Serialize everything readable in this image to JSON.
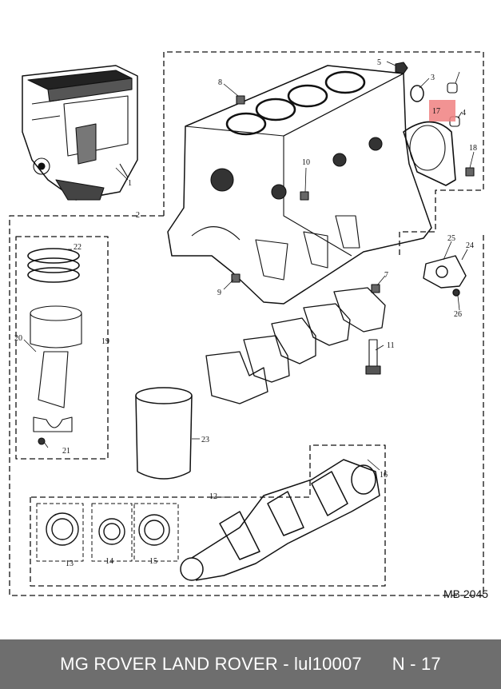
{
  "diagram_code": "MB 2045",
  "callouts": [
    "1",
    "2",
    "3",
    "4",
    "5",
    "7",
    "7",
    "8",
    "9",
    "10",
    "11",
    "12",
    "13",
    "14",
    "15",
    "16",
    "17",
    "18",
    "19",
    "20",
    "21",
    "22",
    "23",
    "24",
    "25",
    "26"
  ],
  "highlight_color": "#f08080",
  "footer": {
    "brand_part": "MG ROVER LAND ROVER - lul10007",
    "page": "N - 17"
  }
}
